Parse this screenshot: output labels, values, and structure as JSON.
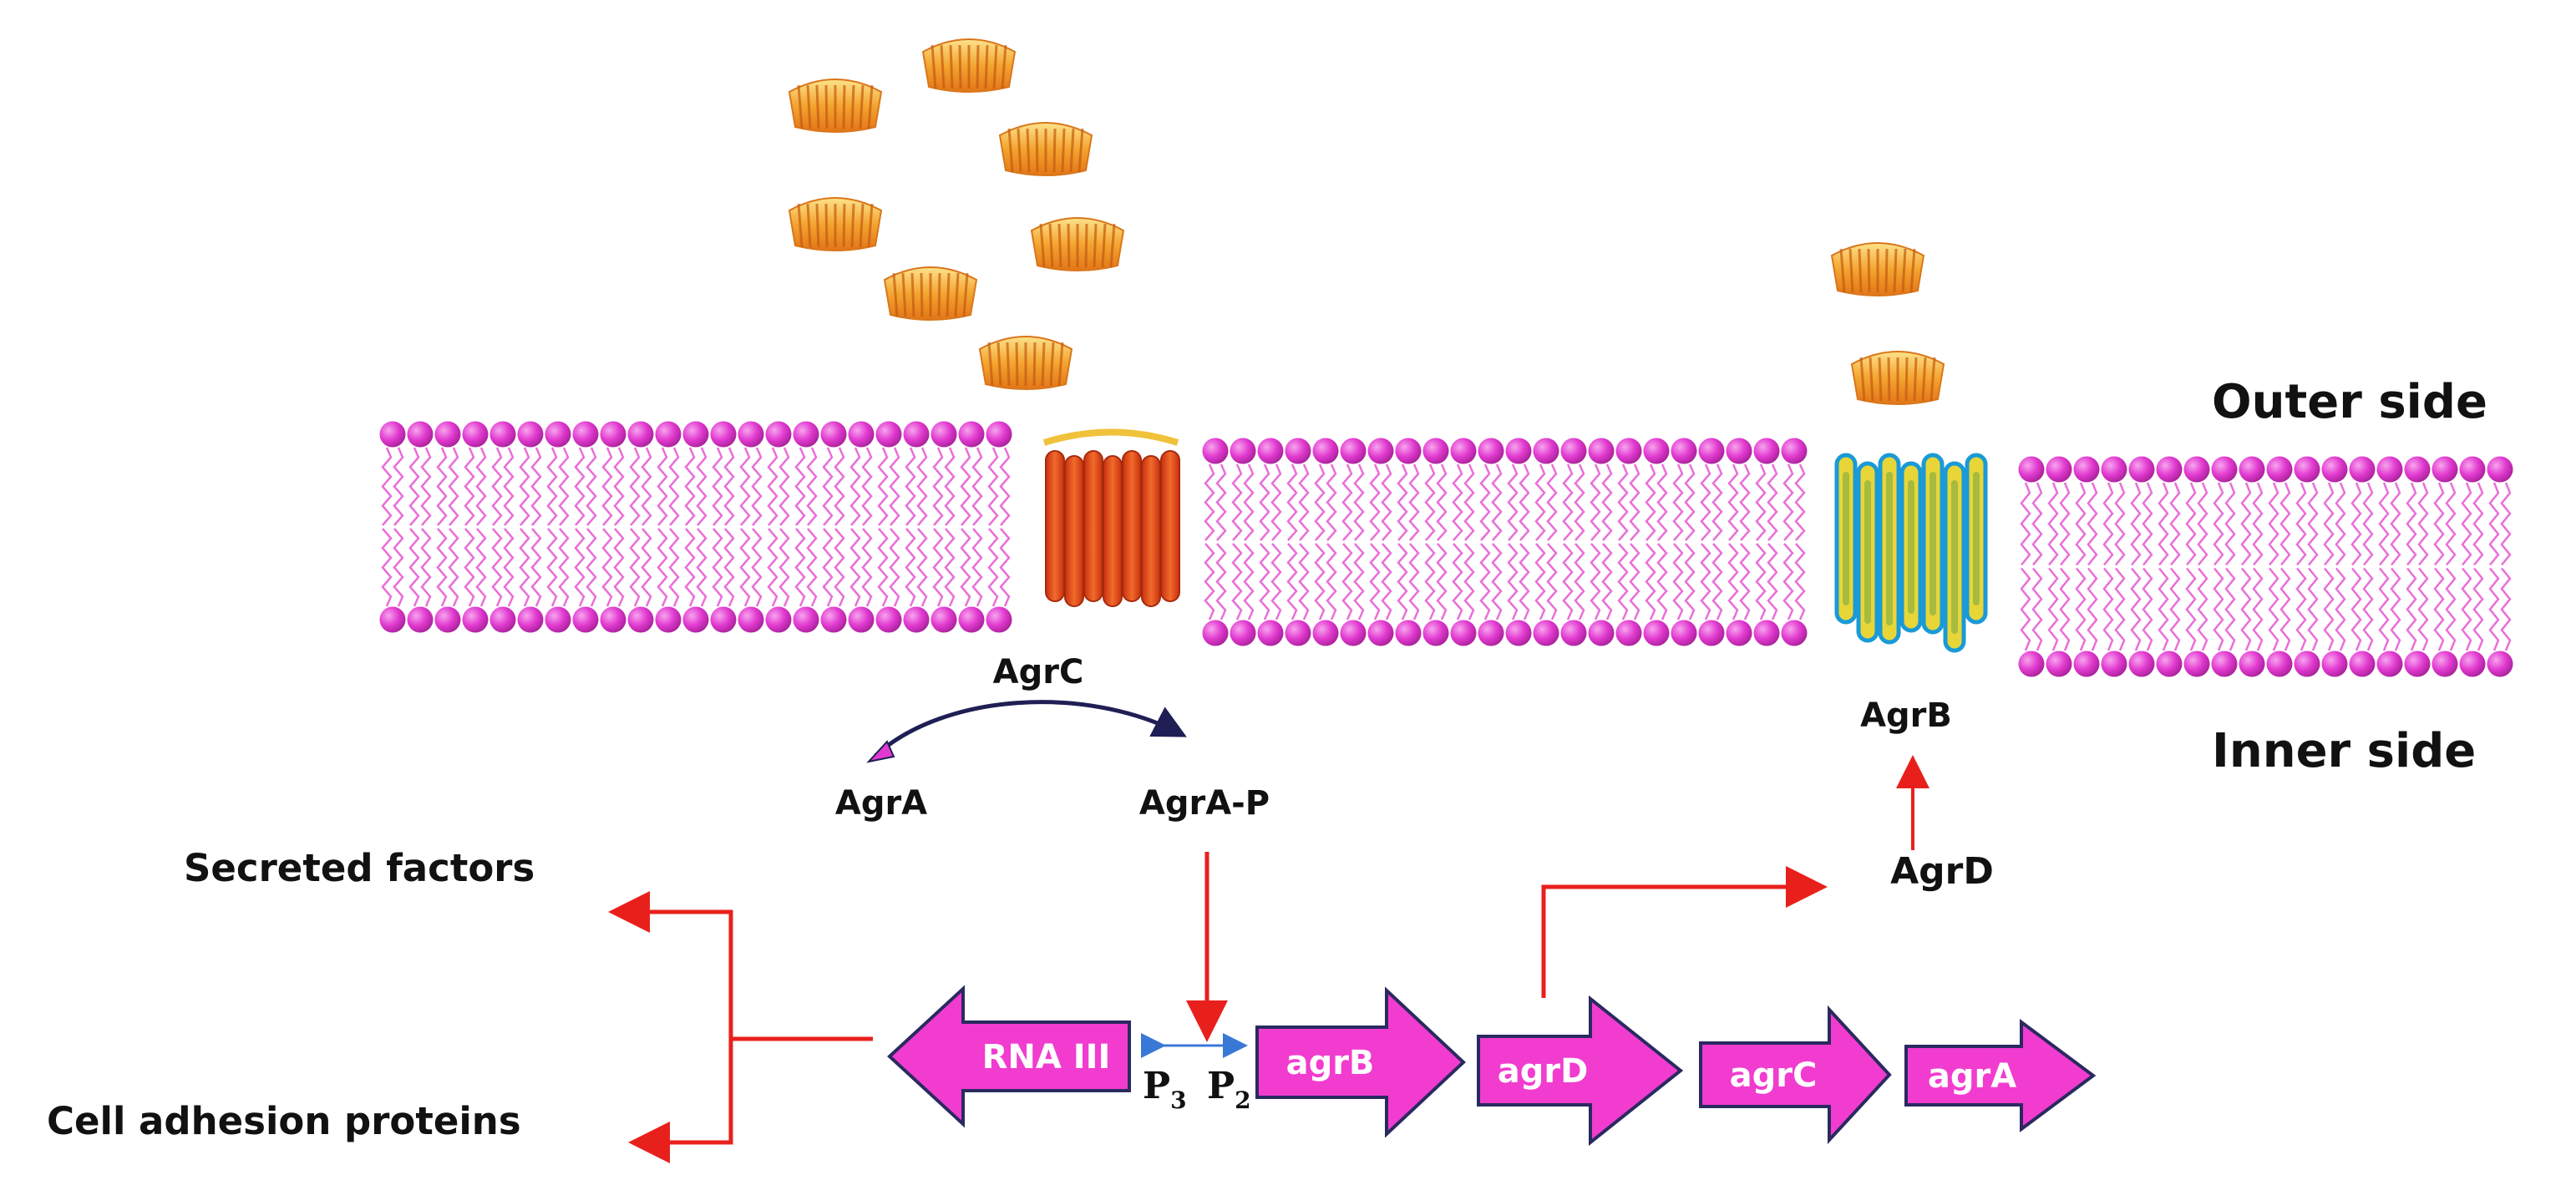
{
  "membrane": {
    "outer_label": "Outer side",
    "inner_label": "Inner side"
  },
  "proteins": {
    "agrc": "AgrC",
    "agrb": "AgrB"
  },
  "signaling": {
    "agra": "AgrA",
    "agra_p": "AgrA-P",
    "agrd": "AgrD"
  },
  "outputs": {
    "secreted": "Secreted factors",
    "adhesion": "Cell adhesion proteins"
  },
  "promoters": {
    "p3": "P",
    "p3_sub": "3",
    "p2": "P",
    "p2_sub": "2"
  },
  "genes": [
    {
      "id": "rna3",
      "label": "RNA III",
      "direction": "left"
    },
    {
      "id": "agrB",
      "label": "agrB",
      "direction": "right"
    },
    {
      "id": "agrD",
      "label": "agrD",
      "direction": "right"
    },
    {
      "id": "agrC",
      "label": "agrC",
      "direction": "right"
    },
    {
      "id": "agrA",
      "label": "agrA",
      "direction": "right"
    }
  ],
  "colors": {
    "lipid_head": "#e23ad0",
    "lipid_tail": "#ea6fd8",
    "gene_fill": "#f13ccf",
    "gene_stroke": "#2a2a60",
    "red_arrow": "#e8201c",
    "blue_arrow": "#3a78d8",
    "agrc": "#e5481b",
    "agrb_core": "#e8d638",
    "agrb_edge": "#1a9ad6",
    "aip": "#f2b33a"
  }
}
